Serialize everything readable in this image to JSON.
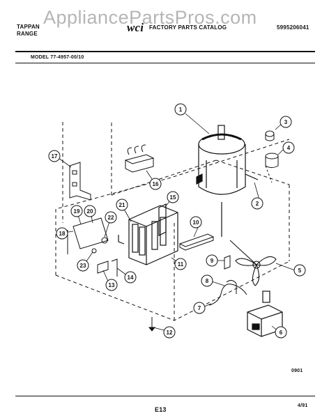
{
  "header": {
    "brand_line1": "TAPPAN",
    "brand_line2": "RANGE",
    "logo_text": "wci",
    "catalog_title": "FACTORY PARTS CATALOG",
    "catalog_number": "5995206041",
    "watermark": "AppliancePartsPros.com"
  },
  "model": {
    "label": "MODEL 77-4957-00/10"
  },
  "diagram": {
    "callouts": [
      "1",
      "2",
      "3",
      "4",
      "5",
      "6",
      "7",
      "8",
      "9",
      "10",
      "11",
      "12",
      "13",
      "14",
      "15",
      "16",
      "17",
      "18",
      "19",
      "20",
      "21",
      "22",
      "23"
    ],
    "figure_code": "0901"
  },
  "footer": {
    "page_code": "E13",
    "date": "4/91"
  },
  "colors": {
    "ink": "#111111",
    "watermark": "#8a8a8a",
    "paper": "#ffffff"
  }
}
